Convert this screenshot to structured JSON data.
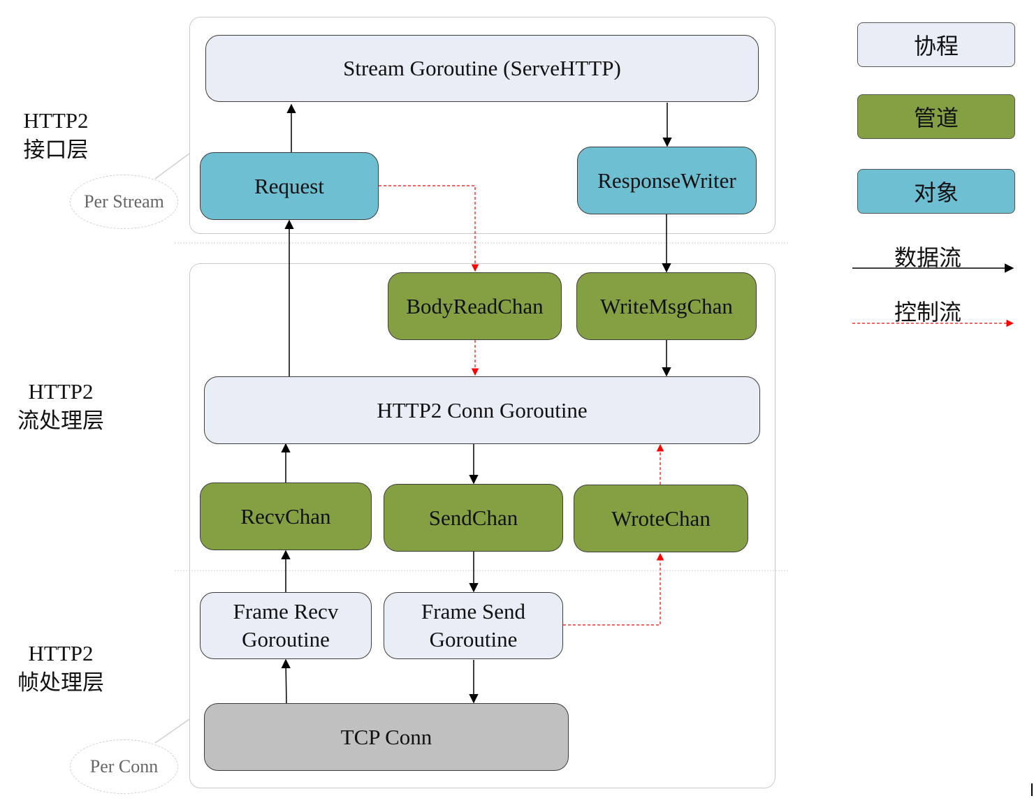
{
  "layers": {
    "interface": {
      "line1": "HTTP2",
      "line2": "接口层"
    },
    "stream": {
      "line1": "HTTP2",
      "line2": "流处理层"
    },
    "frame": {
      "line1": "HTTP2",
      "line2": "帧处理层"
    }
  },
  "annotations": {
    "per_stream": "Per Stream",
    "per_conn": "Per Conn"
  },
  "nodes": {
    "stream_goroutine": "Stream Goroutine (ServeHTTP)",
    "request": "Request",
    "response_writer": "ResponseWriter",
    "body_read_chan": "BodyReadChan",
    "write_msg_chan": "WriteMsgChan",
    "conn_goroutine": "HTTP2 Conn Goroutine",
    "recv_chan": "RecvChan",
    "send_chan": "SendChan",
    "wrote_chan": "WroteChan",
    "frame_recv_line1": "Frame Recv",
    "frame_recv_line2": "Goroutine",
    "frame_send_line1": "Frame Send",
    "frame_send_line2": "Goroutine",
    "tcp_conn": "TCP Conn"
  },
  "legend": {
    "goroutine": "协程",
    "channel": "管道",
    "object": "对象",
    "data_flow": "数据流",
    "control_flow": "控制流"
  },
  "colors": {
    "goroutine": "#e8edf6",
    "channel": "#84a043",
    "object": "#6fbfd3",
    "conn": "#c0c0c0",
    "data_flow": "#000000",
    "control_flow": "#ff0000"
  }
}
